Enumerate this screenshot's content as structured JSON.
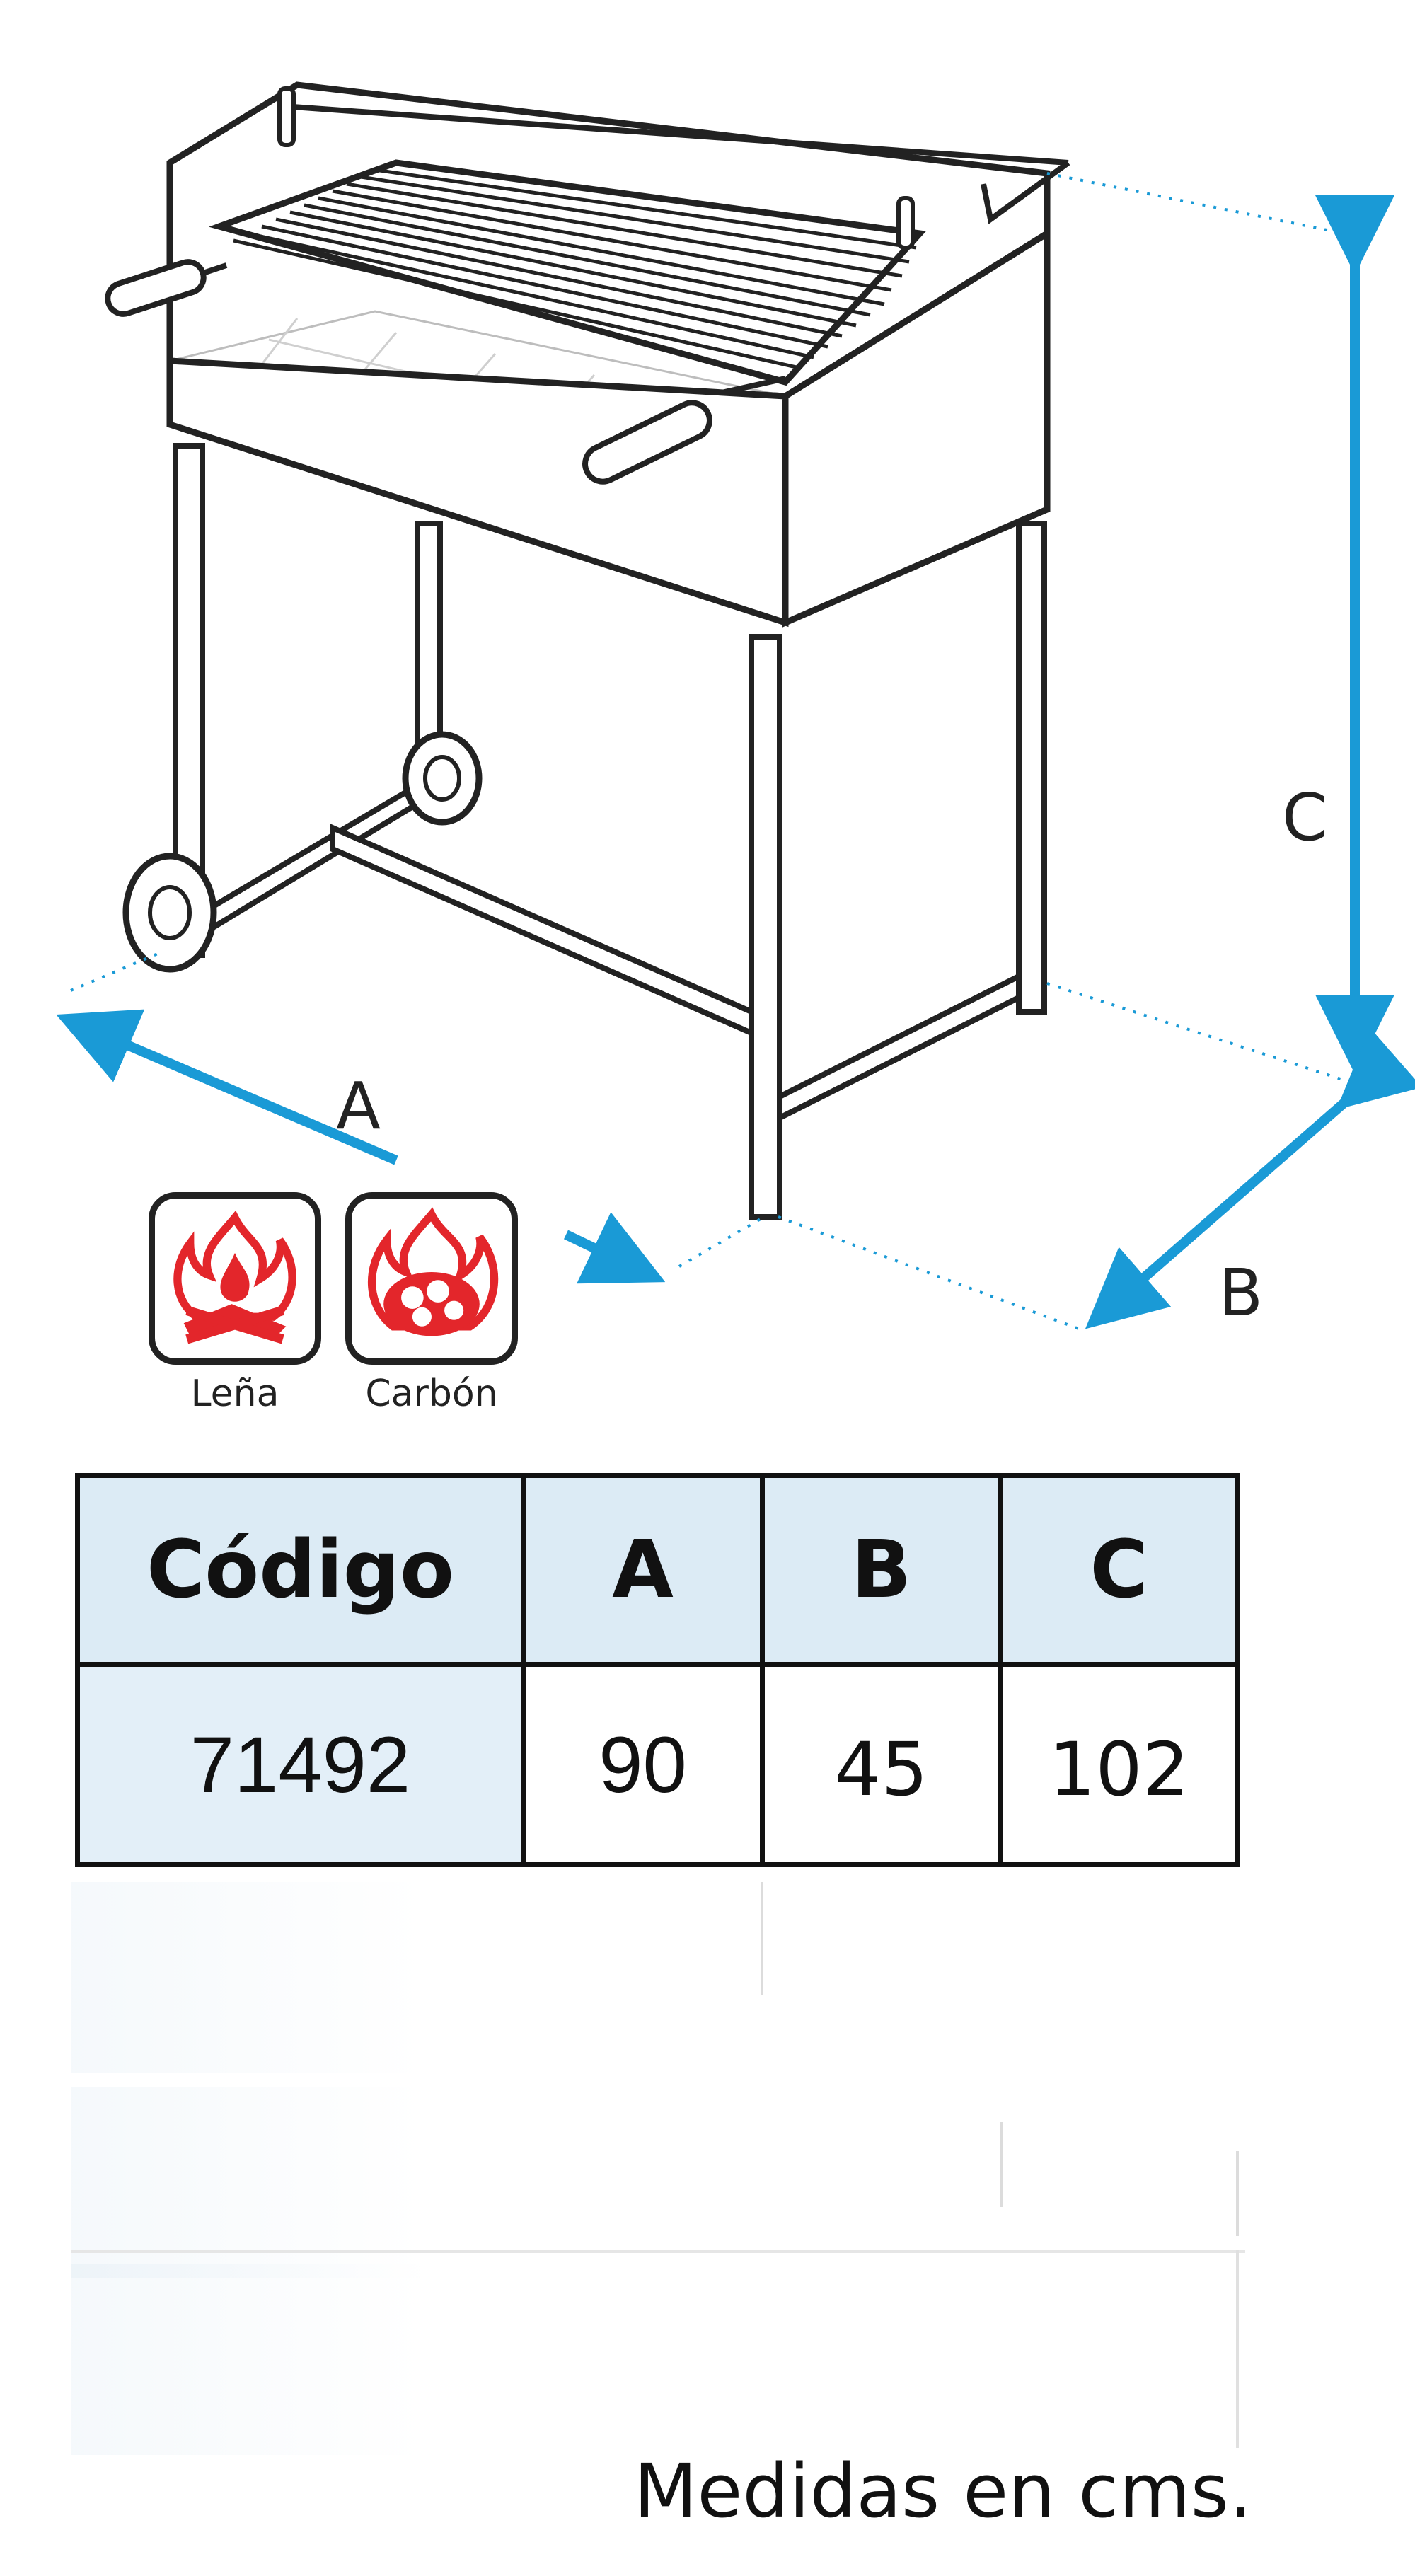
{
  "dimensions": {
    "a_label": "A",
    "b_label": "B",
    "c_label": "C"
  },
  "fuel_types": [
    {
      "label": "Leña",
      "icon": "firewood-flame-icon"
    },
    {
      "label": "Carbón",
      "icon": "charcoal-flame-icon"
    }
  ],
  "table": {
    "headers": [
      "Código",
      "A",
      "B",
      "C"
    ],
    "rows": [
      [
        "71492",
        "90",
        "45",
        "102"
      ]
    ]
  },
  "footnote": "Medidas en cms.",
  "colors": {
    "arrow": "#1a9ad6",
    "flame": "#e3262b",
    "header_bg": "#dcebf5",
    "line": "#222222"
  }
}
